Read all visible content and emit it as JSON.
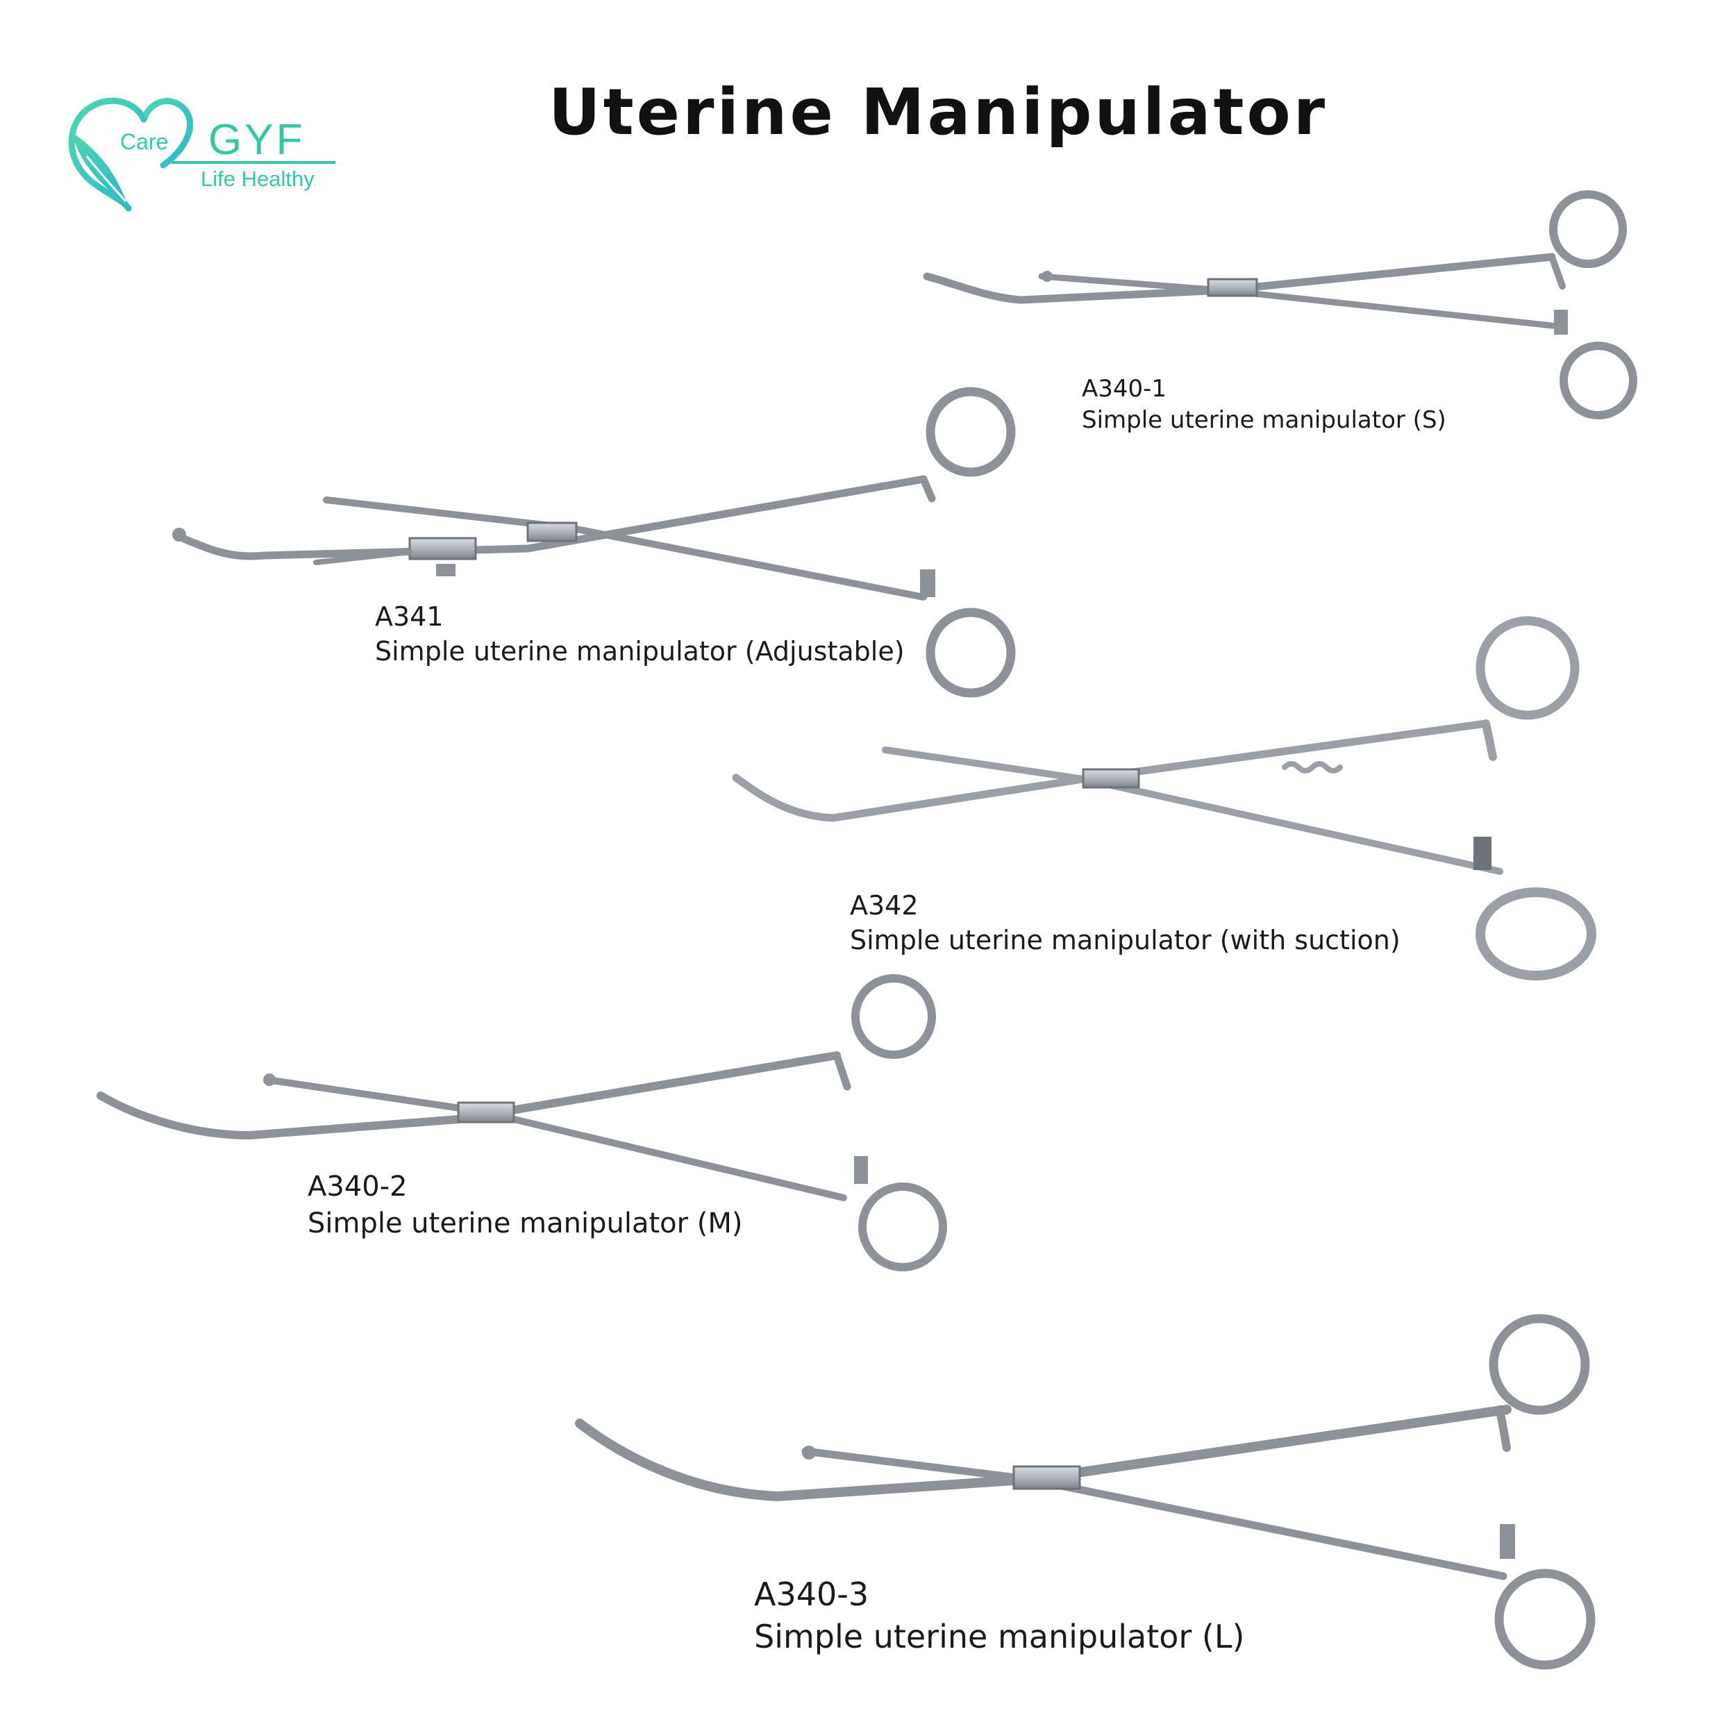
{
  "logo": {
    "care_text": "Care",
    "brand": "GYF",
    "tagline": "Life Healthy",
    "color": "#35c6a6"
  },
  "title": "Uterine Manipulator",
  "products": [
    {
      "code": "A340-1",
      "description": "Simple uterine manipulator (S)"
    },
    {
      "code": "A341",
      "description": "Simple uterine manipulator (Adjustable)"
    },
    {
      "code": "A342",
      "description": "Simple uterine manipulator (with suction)"
    },
    {
      "code": "A340-2",
      "description": "Simple uterine manipulator (M)"
    },
    {
      "code": "A340-3",
      "description": "Simple uterine manipulator (L)"
    }
  ],
  "colors": {
    "steel": "#b9bec3",
    "steel_dark": "#6d7378",
    "text": "#1a1a1a"
  }
}
